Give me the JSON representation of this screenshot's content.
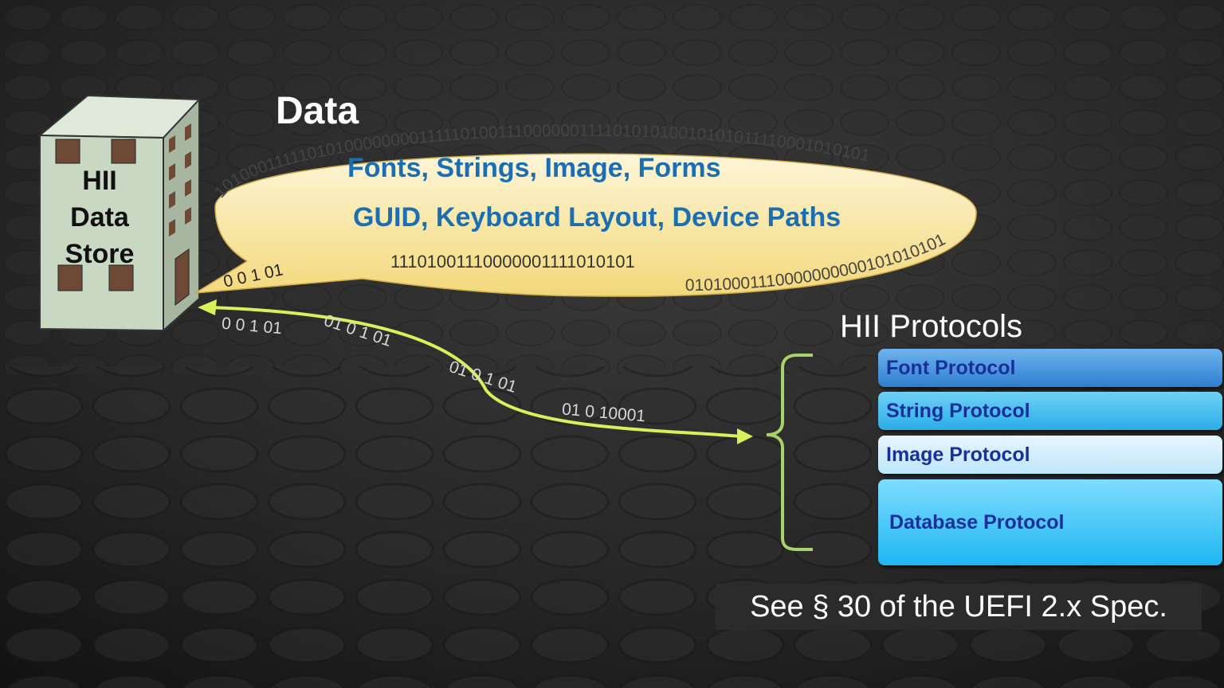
{
  "building": {
    "label_lines": [
      "HII",
      "Data",
      "Store"
    ]
  },
  "data_title": "Data",
  "bubble": {
    "line1": "Fonts, Strings, Image, Forms",
    "line2": "GUID, Keyboard Layout, Device Paths",
    "binary_top": "1010001111101010000000011111010011100000011110101010010101011110001010101",
    "binary_middle": "11101001110000001111010101",
    "binary_bottom": "01010001110000000000101010101",
    "binary_left": "0 0 1 01"
  },
  "arrow_bits": [
    "0 0 1 01",
    "01 0 1 01",
    "01 0 1 01",
    "01 0 10001"
  ],
  "protocols": {
    "heading": "HII Protocols",
    "items": [
      {
        "label": "Font Protocol",
        "color_top": "#6fb3ee",
        "color_bottom": "#2e7fd0"
      },
      {
        "label": "String Protocol",
        "color_top": "#6fd0f5",
        "color_bottom": "#2aaee6"
      },
      {
        "label": "Image Protocol",
        "color_top": "#e6f6ff",
        "color_bottom": "#bfe6fb"
      },
      {
        "label": "Database Protocol",
        "color_top": "#7fdcff",
        "color_bottom": "#1fb6f2"
      }
    ]
  },
  "note": "See § 30 of the UEFI 2.x Spec.",
  "colors": {
    "accent_arrow": "#d9f05a",
    "bracket": "#a8d36a",
    "bubble_fill": "#f9e79a",
    "title_blue": "#1a6fb4"
  }
}
